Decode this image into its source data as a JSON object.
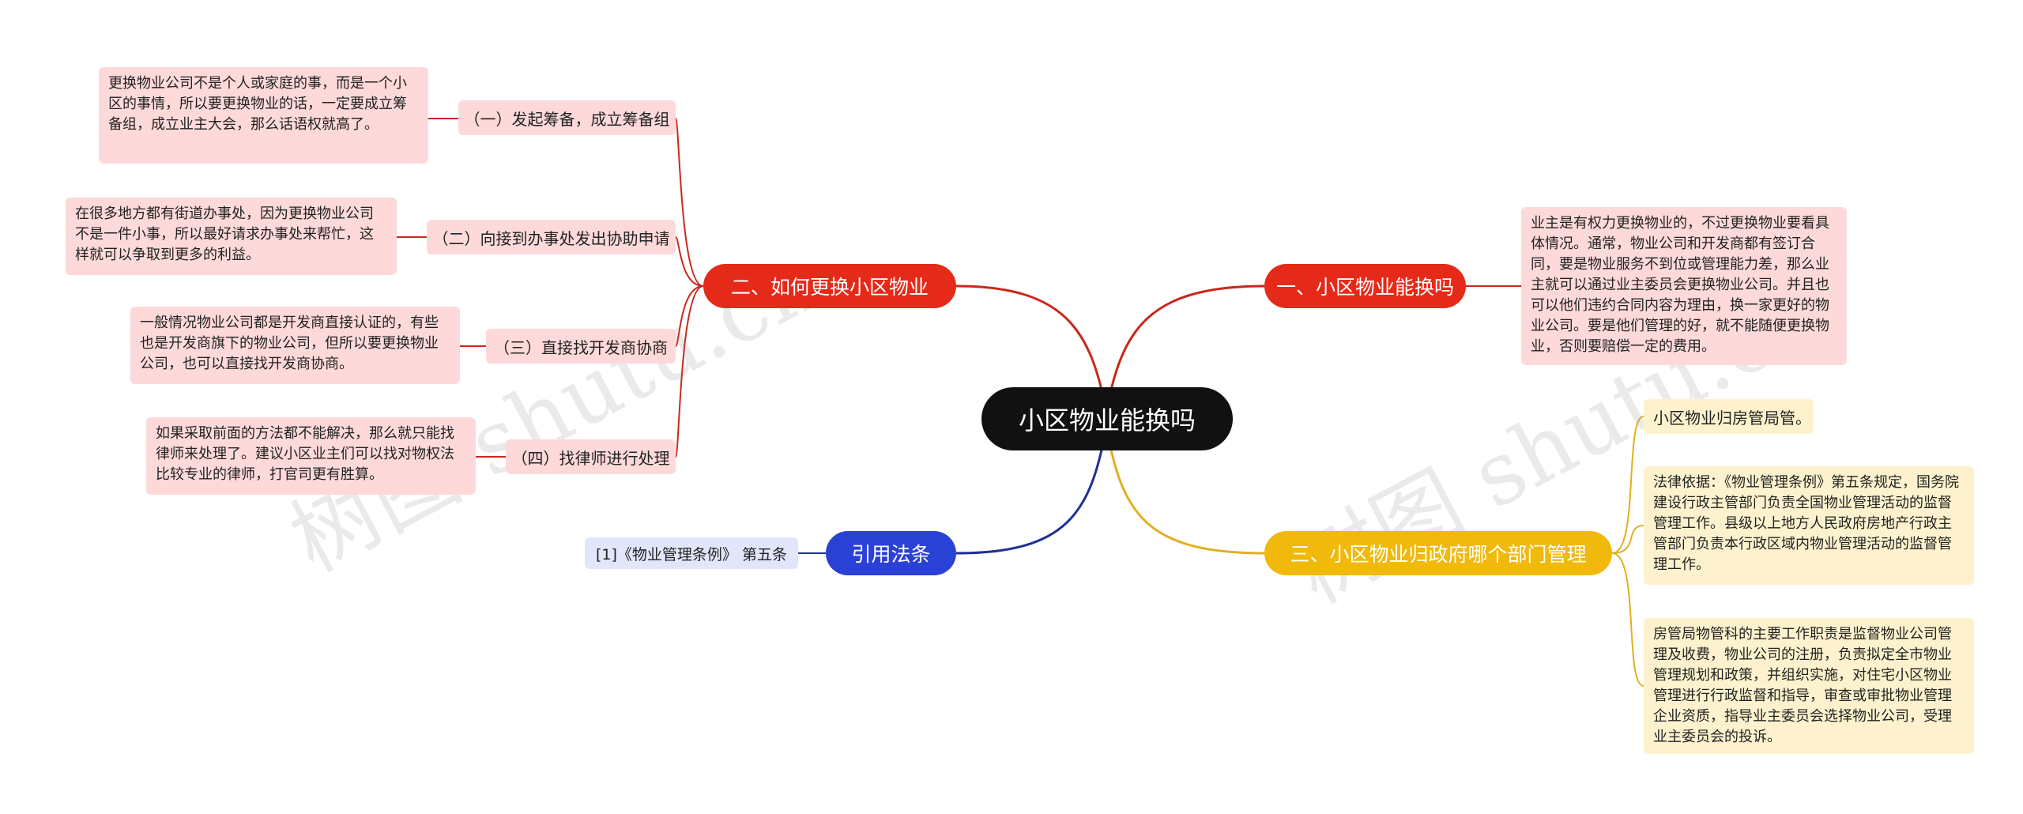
{
  "colors": {
    "root": "#111111",
    "red": "#e62a1a",
    "red_line": "#c9281c",
    "yellow": "#f0b90b",
    "yellow_line": "#e0b020",
    "blue": "#2a41d6",
    "blue_line": "#1f3097"
  },
  "root": {
    "label": "小区物业能换吗"
  },
  "branch1": {
    "label": "一、小区物业能换吗",
    "note": "业主是有权力更换物业的，不过更换物业要看具体情况。通常，物业公司和开发商都有签订合同，要是物业服务不到位或管理能力差，那么业主就可以通过业主委员会更换物业公司。并且也可以他们违约合同内容为理由，换一家更好的物业公司。要是他们管理的好，就不能随便更换物业，否则要赔偿一定的费用。"
  },
  "branch2": {
    "label": "二、如何更换小区物业",
    "items": [
      {
        "label": "（一）发起筹备，成立筹备组",
        "note": "更换物业公司不是个人或家庭的事，而是一个小区的事情，所以要更换物业的话，一定要成立筹备组，成立业主大会，那么话语权就高了。"
      },
      {
        "label": "（二）向接到办事处发出协助申请",
        "note": "在很多地方都有街道办事处，因为更换物业公司不是一件小事，所以最好请求办事处来帮忙，这样就可以争取到更多的利益。"
      },
      {
        "label": "（三）直接找开发商协商",
        "note": "一般情况物业公司都是开发商直接认证的，有些也是开发商旗下的物业公司，但所以要更换物业公司，也可以直接找开发商协商。"
      },
      {
        "label": "（四）找律师进行处理",
        "note": "如果采取前面的方法都不能解决，那么就只能找律师来处理了。建议小区业主们可以找对物权法比较专业的律师，打官司更有胜算。"
      }
    ]
  },
  "branch3": {
    "label": "三、小区物业归政府哪个部门管理",
    "items": [
      "小区物业归房管局管。",
      "法律依据：《物业管理条例》第五条规定，国务院建设行政主管部门负责全国物业管理活动的监督管理工作。县级以上地方人民政府房地产行政主管部门负责本行政区域内物业管理活动的监督管理工作。",
      "房管局物管科的主要工作职责是监督物业公司管理及收费，物业公司的注册，负责拟定全市物业管理规划和政策，并组织实施，对住宅小区物业管理进行行政监督和指导，审查或审批物业管理企业资质，指导业主委员会选择物业公司，受理业主委员会的投诉。"
    ]
  },
  "branch4": {
    "label": "引用法条",
    "items": [
      "[1]《物业管理条例》 第五条"
    ]
  },
  "watermarks": [
    "树图 shutu.cn",
    "树图 shutu.cn"
  ]
}
